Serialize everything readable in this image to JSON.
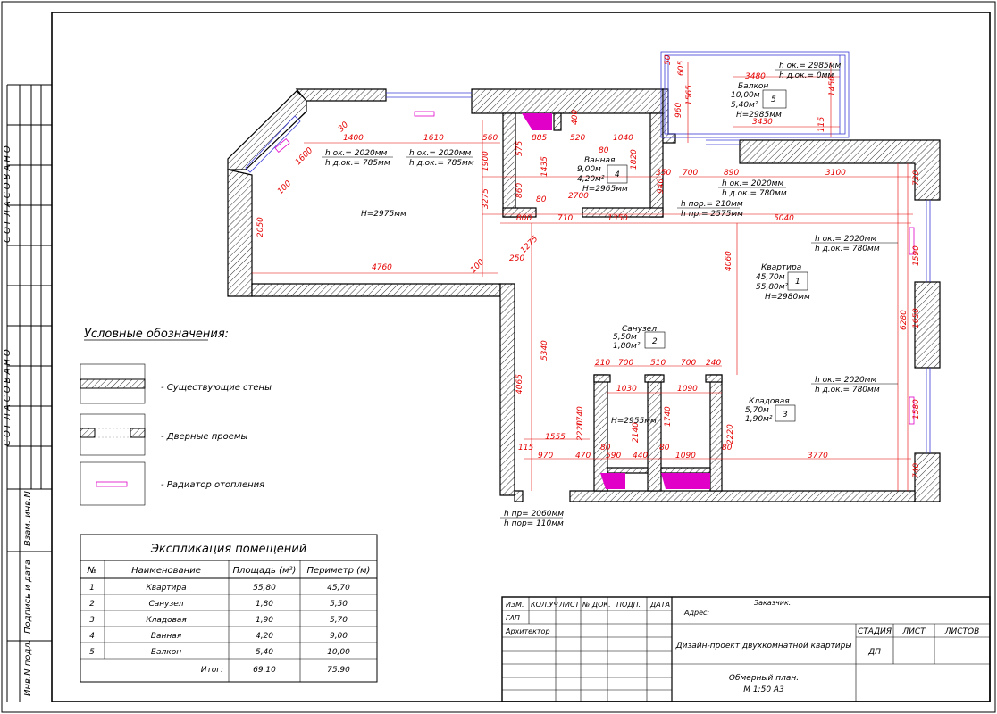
{
  "side_labels": {
    "approved_1": "СОГЛАСОВАНО",
    "approved_2": "СОГЛАСОВАНО",
    "inv_sub": "Взам. инв.N",
    "sign_date": "Подпись и дата",
    "inv_orig": "Инв.N подл."
  },
  "rooms": [
    {
      "name": "Балкон",
      "area": "10,00м",
      "perim": "5,40м²",
      "num": "5",
      "height": "H=2985мм"
    },
    {
      "name": "Ванная",
      "area": "9,00м",
      "perim": "4,20м²",
      "num": "4",
      "height": "H=2965мм"
    },
    {
      "name": "Квартира",
      "area": "45,70м",
      "perim": "55,80м²",
      "num": "1",
      "height": "H=2980мм"
    },
    {
      "name": "Санузел",
      "area": "5,50м",
      "perim": "1,80м²",
      "num": "2",
      "height": "H=2955мм"
    },
    {
      "name": "Кладовая",
      "area": "5,70м",
      "perim": "1,90м²",
      "num": "3",
      "height": ""
    }
  ],
  "extra_height": "H=2975мм",
  "window_notes": [
    {
      "ok": "h ок.= 2985мм",
      "dok": "h д.ок.= 0мм"
    },
    {
      "ok": "h ок.= 2020мм",
      "dok": "h д.ок.= 785мм"
    },
    {
      "ok": "h ок.= 2020мм",
      "dok": "h д.ок.= 785мм"
    },
    {
      "ok": "h ок.= 2020мм",
      "dok": "h д.ок.= 780мм"
    },
    {
      "ok": "h ок.= 2020мм",
      "dok": "h д.ок.= 780мм"
    },
    {
      "ok": "h ок.= 2020мм",
      "dok": "h д.ок.= 780мм"
    }
  ],
  "door_notes": [
    {
      "a": "h пор.= 210мм",
      "b": "h пр.= 2575мм"
    },
    {
      "a": "h пр= 2060мм",
      "b": "h пор= 110мм"
    }
  ],
  "dimensions": [
    "50",
    "605",
    "3480",
    "1565",
    "960",
    "1450",
    "3430",
    "115",
    "30",
    "1400",
    "1610",
    "560",
    "885",
    "520",
    "1040",
    "400",
    "575",
    "1435",
    "1820",
    "80",
    "1900",
    "3275",
    "1600",
    "100",
    "860",
    "80",
    "2700",
    "940",
    "350",
    "700",
    "890",
    "3100",
    "720",
    "800",
    "710",
    "1350",
    "5040",
    "2050",
    "1275",
    "250",
    "100",
    "4760",
    "4060",
    "1590",
    "1650",
    "6280",
    "5340",
    "4065",
    "210",
    "700",
    "510",
    "700",
    "240",
    "1030",
    "1090",
    "1740",
    "1740",
    "2140",
    "2220",
    "2220",
    "1580",
    "1555",
    "115",
    "970",
    "470",
    "80",
    "590",
    "440",
    "80",
    "1090",
    "80",
    "3770",
    "740"
  ],
  "legend": {
    "title": "Условные обозначения:",
    "items": [
      "- Существующие стены",
      "- Дверные проемы",
      "- Радиатор отопления"
    ]
  },
  "explication": {
    "title": "Экспликация помещений",
    "headers": [
      "№",
      "Наименование",
      "Площадь (м²)",
      "Периметр (м)"
    ],
    "rows": [
      [
        "1",
        "Квартира",
        "55,80",
        "45,70"
      ],
      [
        "2",
        "Санузел",
        "1,80",
        "5,50"
      ],
      [
        "3",
        "Кладовая",
        "1,90",
        "5,70"
      ],
      [
        "4",
        "Ванная",
        "4,20",
        "9,00"
      ],
      [
        "5",
        "Балкон",
        "5,40",
        "10,00"
      ]
    ],
    "total_label": "Итог:",
    "total_area": "69.10",
    "total_perim": "75.90"
  },
  "title_block": {
    "cols": [
      "ИЗМ.",
      "КОЛ.УЧ",
      "ЛИСТ",
      "№ ДОК.",
      "ПОДП.",
      "ДАТА"
    ],
    "gap": "ГАП",
    "architect": "Архитектор",
    "customer": "Заказчик:",
    "address": "Адрес:",
    "project": "Дизайн-проект двухкомнатной квартиры",
    "stage_h": "СТАДИЯ",
    "sheet_h": "ЛИСТ",
    "sheets_h": "ЛИСТОВ",
    "stage": "ДП",
    "plan1": "Обмерный план.",
    "plan2": "М 1:50 А3"
  }
}
